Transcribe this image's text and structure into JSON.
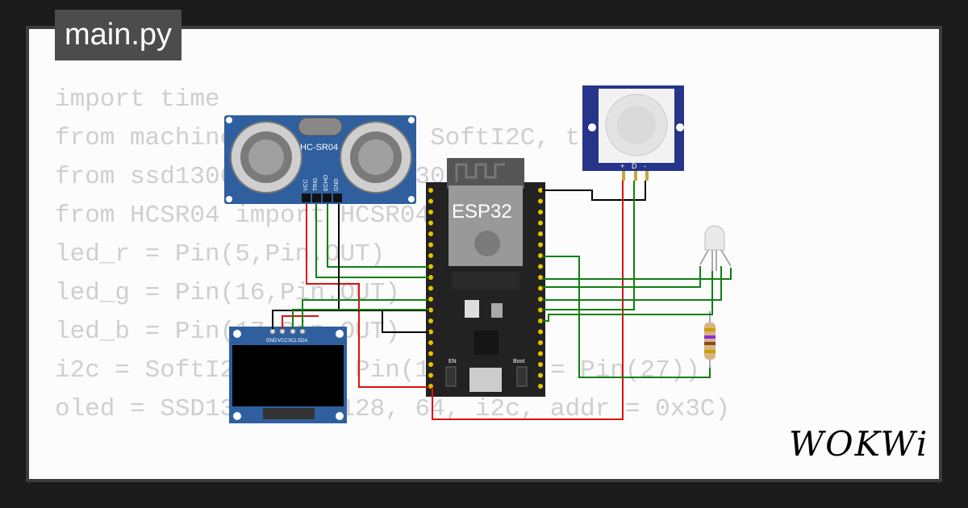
{
  "tab": {
    "label": "main.py"
  },
  "code": {
    "lines": [
      "import time",
      "from machine import Pin, SoftI2C, time",
      "from ssd1306 import SSD1306_I2C",
      "from HCSR04 import HCSR04",
      "",
      "led_r = Pin(5,Pin.OUT)",
      "led_g = Pin(16,Pin.OUT)",
      "led_b = Pin(17,Pin.OUT)",
      "",
      "i2c = SoftI2C(scl = Pin(14), sda = Pin(27))",
      "oled = SSD1306_I2C(128, 64, i2c, addr = 0x3C)"
    ]
  },
  "sensor": {
    "label": "HC-SR04",
    "pins": [
      "VCC",
      "TRIG",
      "ECHO",
      "GND"
    ]
  },
  "mcu": {
    "label": "ESP32",
    "en_label": "EN",
    "boot_label": "Boot"
  },
  "pir": {
    "pins": [
      "+",
      "D",
      "-"
    ]
  },
  "oled": {
    "pins": [
      "GND",
      "VCC",
      "SCL",
      "SDA"
    ]
  },
  "logo": {
    "text": "WOKWi"
  },
  "colors": {
    "wire_red": "#e01010",
    "wire_green": "#108010",
    "wire_black": "#000000",
    "board_blue": "#2f5f9e"
  }
}
